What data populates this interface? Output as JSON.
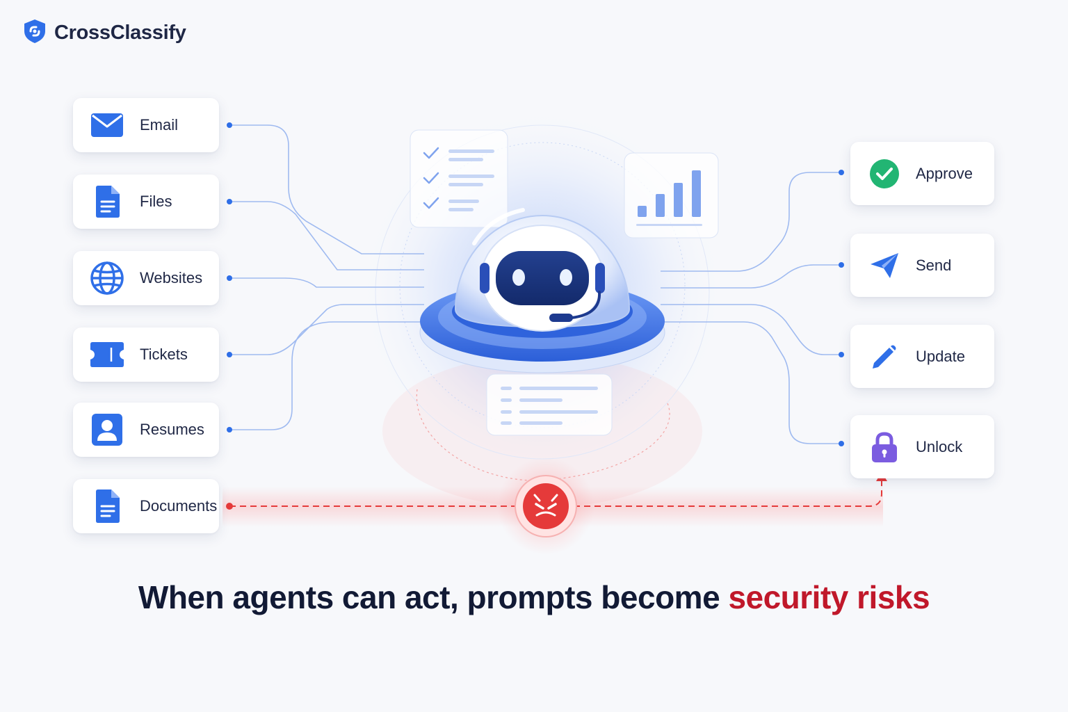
{
  "brand": {
    "name": "CrossClassify",
    "logo_icon": "shield-logo-icon"
  },
  "inputs": [
    {
      "label": "Email",
      "icon": "email-icon"
    },
    {
      "label": "Files",
      "icon": "file-icon"
    },
    {
      "label": "Websites",
      "icon": "globe-icon"
    },
    {
      "label": "Tickets",
      "icon": "ticket-icon"
    },
    {
      "label": "Resumes",
      "icon": "resume-icon"
    },
    {
      "label": "Documents",
      "icon": "document-icon"
    }
  ],
  "actions": [
    {
      "label": "Approve",
      "icon": "checkmark-icon"
    },
    {
      "label": "Send",
      "icon": "send-icon"
    },
    {
      "label": "Update",
      "icon": "pencil-icon"
    },
    {
      "label": "Unlock",
      "icon": "lock-icon"
    }
  ],
  "center": {
    "icon": "robot-agent-icon",
    "threat_icon": "devil-icon"
  },
  "headline": {
    "part1": "When agents can act, prompts become ",
    "highlight": "security risks"
  },
  "colors": {
    "accent": "#2f6fe8",
    "danger": "#e53a3a",
    "success": "#22b573",
    "purple": "#7b5ce0",
    "text": "#1f2745"
  }
}
